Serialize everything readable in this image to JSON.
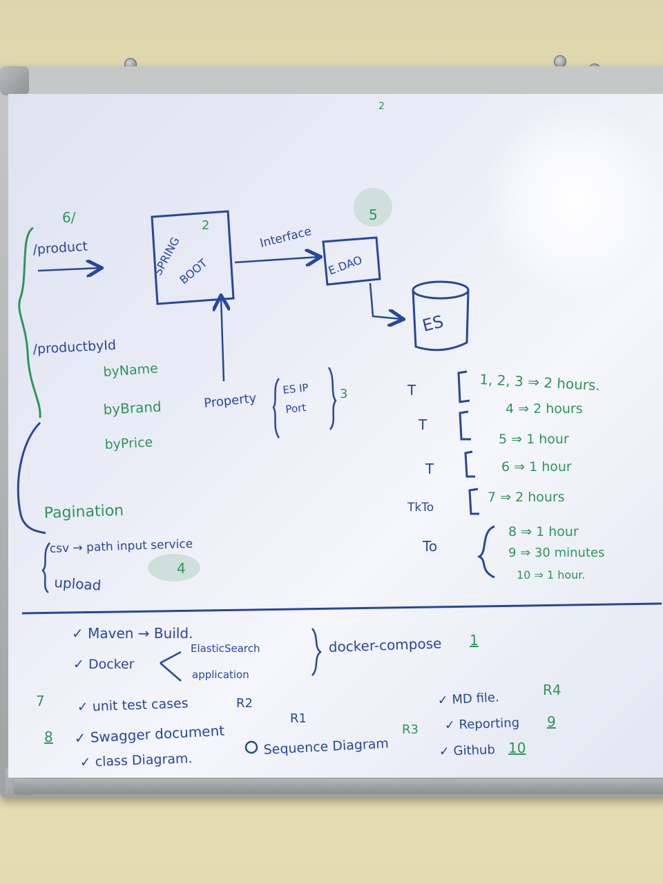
{
  "board": {
    "top_mark": "2",
    "endpoint_group_mark": "6/",
    "endpoints": {
      "product": "/product",
      "product_by_id": "/productbyId",
      "by_name": "byName",
      "by_brand": "byBrand",
      "by_price": "byPrice",
      "pagination": "Pagination",
      "csv_path": "csv → path input service",
      "upload": "upload",
      "upload_mark": "4"
    },
    "architecture": {
      "spring_boot_line1": "SPRING",
      "spring_boot_line2": "BOOT",
      "spring_boot_mark": "2",
      "interface_label": "Interface",
      "edao_label": "E.DAO",
      "edao_mark": "5",
      "es_label": "ES",
      "property_label": "Property",
      "property_item1": "ES IP",
      "property_item2": "Port",
      "property_mark": "3"
    },
    "estimates": [
      {
        "tag": "T",
        "text": "1, 2, 3 ⇒ 2 hours."
      },
      {
        "tag": "T",
        "text": "4 ⇒ 2 hours"
      },
      {
        "tag": "",
        "text": "5 ⇒ 1 hour"
      },
      {
        "tag": "T",
        "text": "6 ⇒ 1 hour"
      },
      {
        "tag": "TkTo",
        "text": "7 ⇒ 2 hours"
      },
      {
        "tag": "To",
        "text": "8 ⇒ 1 hour"
      },
      {
        "tag": "",
        "text": "9 ⇒ 30 minutes"
      },
      {
        "tag": "",
        "text": "10 ⇒ 1 hour."
      }
    ],
    "checklist": {
      "maven": "✓ Maven → Build.",
      "docker": "✓ Docker",
      "elasticsearch": "ElasticSearch",
      "application": "application",
      "docker_compose": "docker-compose",
      "docker_compose_mark": "1",
      "unit_test_mark": "7",
      "unit_test": "✓ unit test cases",
      "unit_test_ref": "R2",
      "swagger_mark": "8",
      "swagger": "✓ Swagger document",
      "swagger_ref": "R1",
      "class_diagram": "✓ class Diagram.",
      "sequence_diagram": "Sequence Diagram",
      "sequence_ref": "R3",
      "md_file": "✓ MD file.",
      "md_ref": "R4",
      "reporting": "✓ Reporting",
      "reporting_mark": "9",
      "github": "✓ Github",
      "github_mark": "10"
    }
  },
  "colors": {
    "blue_marker": "#27469c",
    "green_marker": "#2f9358",
    "wall": "#e7e0b8",
    "board": "#eef0f7",
    "frame": "#a9adad"
  }
}
